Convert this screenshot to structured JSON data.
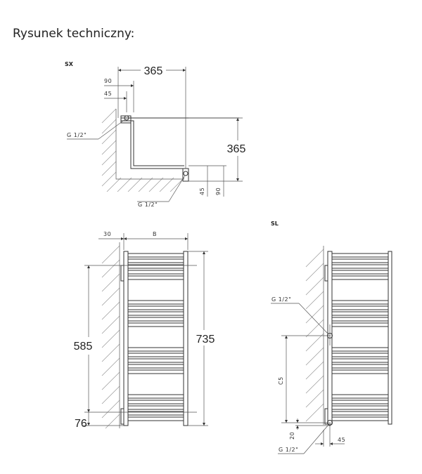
{
  "title": "Rysunek techniczny:",
  "sx": {
    "label": "SX",
    "dim_top": "365",
    "dim_90": "90",
    "dim_45": "45",
    "dim_side": "365",
    "dim_v45": "45",
    "dim_v90": "90",
    "g_top": "G 1/2\"",
    "g_bottom": "G 1/2\""
  },
  "front": {
    "dim_30": "30",
    "dim_B": "B",
    "dim_585": "585",
    "dim_735": "735",
    "dim_76": "76"
  },
  "sl": {
    "label": "SL",
    "g_top": "G 1/2\"",
    "g_bottom": "G 1/2\"",
    "dim_c5": "C5",
    "dim_20": "20",
    "dim_45": "45"
  }
}
